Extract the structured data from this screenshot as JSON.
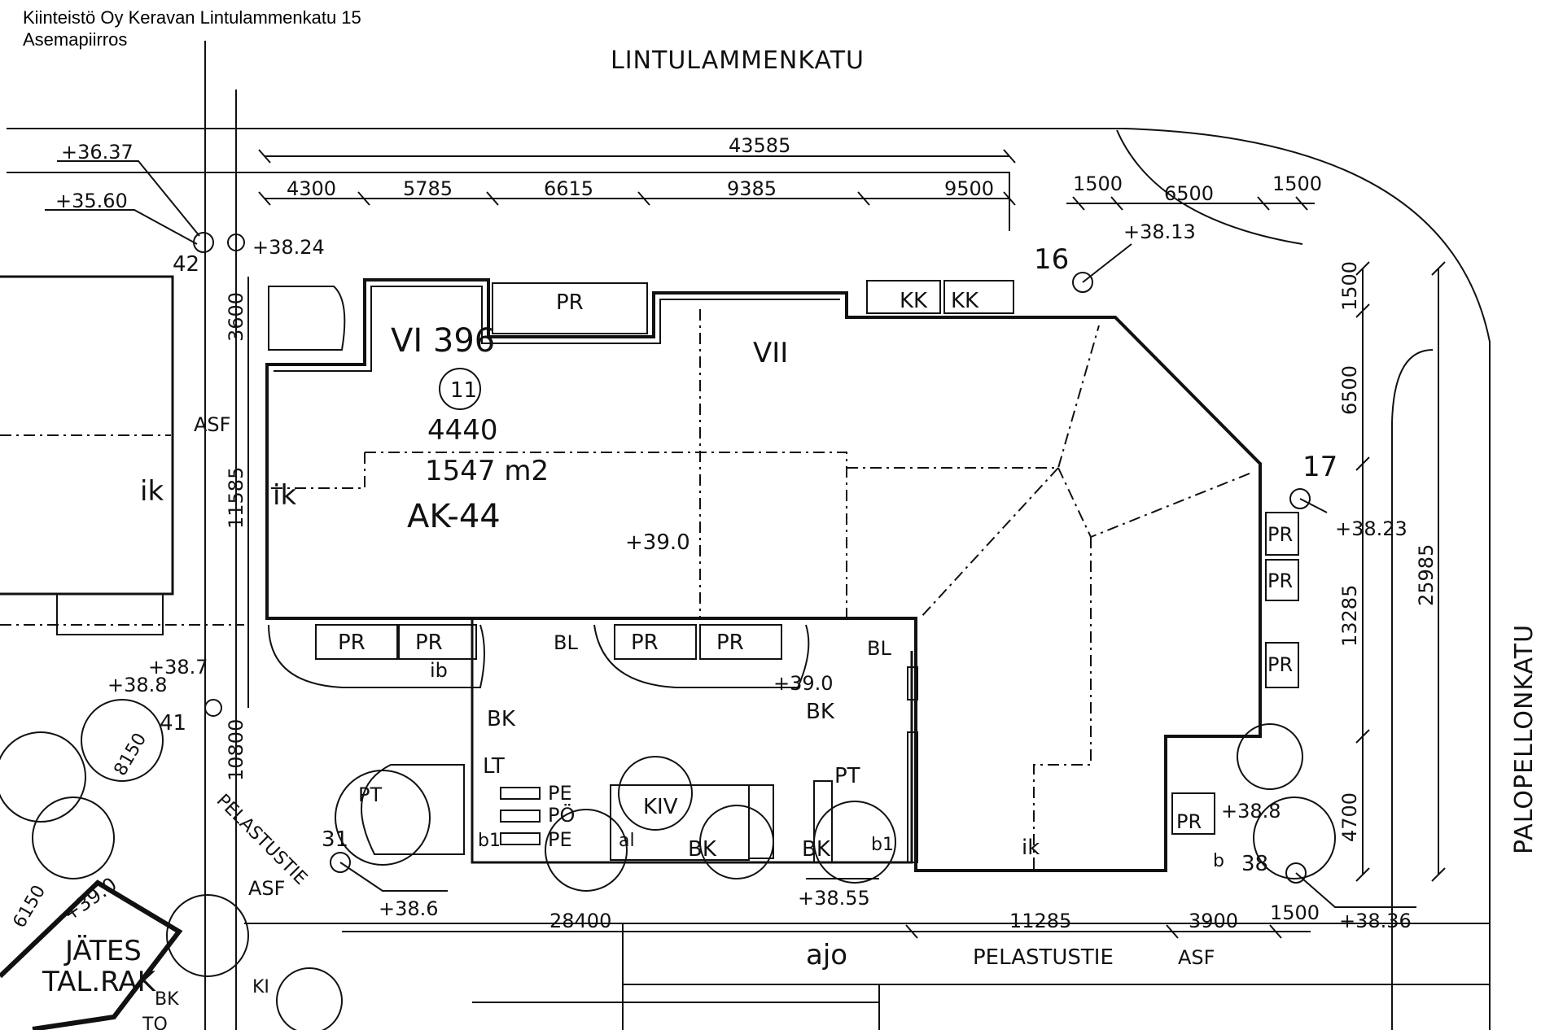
{
  "header": {
    "line1": "Kiinteistö Oy Keravan Lintulammenkatu 15",
    "line2": "Asemapiirros"
  },
  "streets": {
    "north": "LINTULAMMENKATU",
    "east": "PALOPELLONKATU",
    "south_rescue": "PELASTUSTIE",
    "south_drive": "ajo",
    "southwest_rescue": "PELASTUSTIE"
  },
  "plot": {
    "block": "VI 396",
    "plot_number": "11",
    "floor_area": "4440",
    "area": "1547 m2",
    "zoning": "AK-44",
    "height_level": "+39.0",
    "north_wing_floors": "VII"
  },
  "points": {
    "p16": "16",
    "p17": "17",
    "p31": "31",
    "p38": "38",
    "p41": "41",
    "p42": "42"
  },
  "elevations": {
    "e3637": "+36.37",
    "e3560": "+35.60",
    "e3824": "+38.24",
    "e3813": "+38.13",
    "e3823": "+38.23",
    "e387": "+38.7",
    "e388a": "+38.8",
    "e390b": "+39.0",
    "e386": "+38.6",
    "e3855": "+38.55",
    "e388b": "+38.8",
    "e3836": "+38.36",
    "e390c": "+39.0"
  },
  "dimensions": {
    "top_total": "43585",
    "top_segments": [
      "4300",
      "5785",
      "6615",
      "9385",
      "9500"
    ],
    "top_right": [
      "1500",
      "6500",
      "1500"
    ],
    "right_col": [
      "1500",
      "6500",
      "13285",
      "4700"
    ],
    "right_total": "25985",
    "west": [
      "3600",
      "11585",
      "10800"
    ],
    "bottom": [
      "28400",
      "11285",
      "3900",
      "1500"
    ],
    "sw": [
      "6150",
      "8150"
    ]
  },
  "labels": {
    "pr": "PR",
    "kk": "KK",
    "bl": "BL",
    "ib": "ib",
    "bk": "BK",
    "lt": "LT",
    "pt": "PT",
    "pe": "PE",
    "po": "PÖ",
    "b1": "b1",
    "al": "al",
    "ik": "ik",
    "asf": "ASF",
    "kiv": "KIV",
    "ki": "KI",
    "to": "TO",
    "b": "b",
    "waste1": "JÄTES",
    "waste2": "TAL.RAK"
  }
}
